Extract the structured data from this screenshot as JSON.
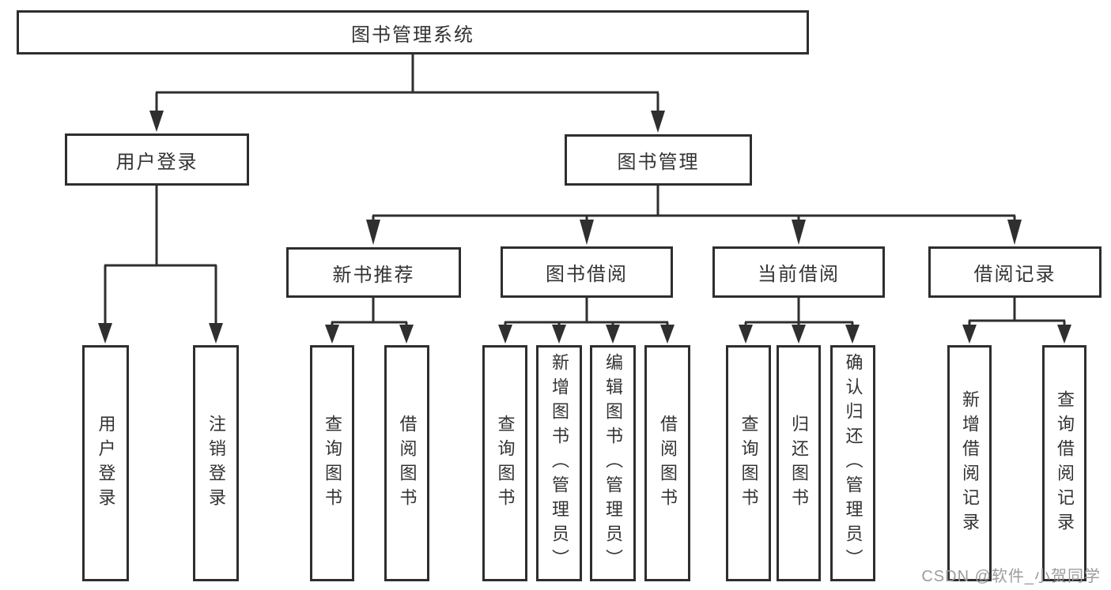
{
  "diagram": {
    "title": "图书管理系统",
    "nodes": {
      "root": {
        "label": "图书管理系统"
      },
      "level2": [
        {
          "label": "用户登录"
        },
        {
          "label": "图书管理"
        }
      ],
      "level3": [
        {
          "label": "新书推荐",
          "parent": "图书管理"
        },
        {
          "label": "图书借阅",
          "parent": "图书管理"
        },
        {
          "label": "当前借阅",
          "parent": "图书管理"
        },
        {
          "label": "借阅记录",
          "parent": "图书管理"
        }
      ],
      "leaves": [
        {
          "label": "用户登录",
          "parent": "用户登录"
        },
        {
          "label": "注销登录",
          "parent": "用户登录"
        },
        {
          "label": "查询图书",
          "parent": "新书推荐"
        },
        {
          "label": "借阅图书",
          "parent": "新书推荐"
        },
        {
          "label": "查询图书",
          "parent": "图书借阅"
        },
        {
          "label": "新增图书（管理员）",
          "parent": "图书借阅"
        },
        {
          "label": "编辑图书（管理员）",
          "parent": "图书借阅"
        },
        {
          "label": "借阅图书",
          "parent": "图书借阅"
        },
        {
          "label": "查询图书",
          "parent": "当前借阅"
        },
        {
          "label": "归还图书",
          "parent": "当前借阅"
        },
        {
          "label": "确认归还（管理员）",
          "parent": "当前借阅"
        },
        {
          "label": "新增借阅记录",
          "parent": "借阅记录"
        },
        {
          "label": "查询借阅记录",
          "parent": "借阅记录"
        }
      ]
    },
    "colors": {
      "line": "#2f2f2f",
      "border": "#2e2e2e",
      "text": "#333333",
      "background": "#ffffff"
    }
  },
  "watermark": {
    "text": "CSDN @软件_小贺同学",
    "color": "#9c9c9c"
  }
}
